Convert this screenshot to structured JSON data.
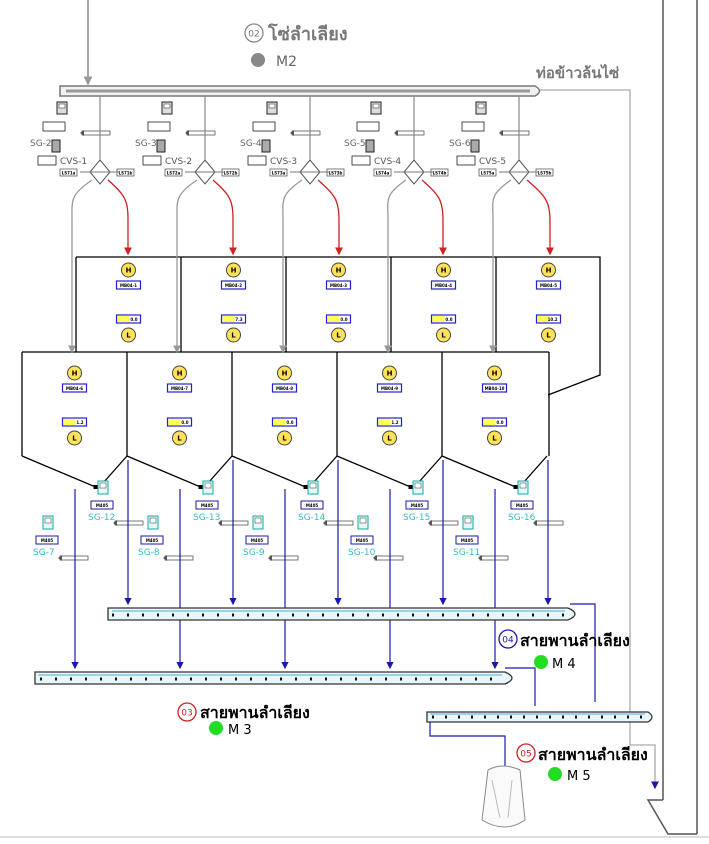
{
  "conveyors": {
    "m2": {
      "number": "02",
      "title": "โซ่ลำเลียง",
      "motor": "M2",
      "motor_color": "#888888"
    },
    "m3": {
      "number": "03",
      "title": "สายพานลำเลียง",
      "motor": "M 3",
      "motor_color": "#22dd22"
    },
    "m4": {
      "number": "04",
      "title": "สายพานลำเลียง",
      "motor": "M 4",
      "motor_color": "#22dd22"
    },
    "m5": {
      "number": "05",
      "title": "สายพานลำเลียง",
      "motor": "M 5",
      "motor_color": "#22dd22"
    }
  },
  "pipe_label": "ท่อข้าวล้นไซ่",
  "top_gates": [
    {
      "label": "SG-2",
      "valve": "CVS-1",
      "ls": [
        "LS71a",
        "LS71b"
      ]
    },
    {
      "label": "SG-3",
      "valve": "CVS-2",
      "ls": [
        "LS72a",
        "LS72b"
      ]
    },
    {
      "label": "SG-4",
      "valve": "CVS-3",
      "ls": [
        "LS73a",
        "LS73b"
      ]
    },
    {
      "label": "SG-5",
      "valve": "CVS-4",
      "ls": [
        "LS74a",
        "LS74b"
      ]
    },
    {
      "label": "SG-6",
      "valve": "CVS-5",
      "ls": [
        "LS75a",
        "LS75b"
      ]
    }
  ],
  "bins_top": [
    {
      "h": "H",
      "l": "L",
      "high_tag": "MB04-1",
      "level": "0.0"
    },
    {
      "h": "H",
      "l": "L",
      "high_tag": "MB04-2",
      "level": "7.3"
    },
    {
      "h": "H",
      "l": "L",
      "high_tag": "MB04-3",
      "level": "0.0"
    },
    {
      "h": "H",
      "l": "L",
      "high_tag": "MB04-4",
      "level": "0.0"
    },
    {
      "h": "H",
      "l": "L",
      "high_tag": "MB04-5",
      "level": "10.2"
    }
  ],
  "bins_bottom": [
    {
      "h": "H",
      "l": "L",
      "high_tag": "MB04-6",
      "level": "1.2"
    },
    {
      "h": "H",
      "l": "L",
      "high_tag": "MB04-7",
      "level": "0.0"
    },
    {
      "h": "H",
      "l": "L",
      "high_tag": "MB04-8",
      "level": "0.0"
    },
    {
      "h": "H",
      "l": "L",
      "high_tag": "MB04-9",
      "level": "1.2"
    },
    {
      "h": "H",
      "l": "L",
      "high_tag": "MB04-10",
      "level": "0.0"
    }
  ],
  "gates_upper": [
    "SG-12",
    "SG-13",
    "SG-14",
    "SG-15",
    "SG-16"
  ],
  "gates_lower": [
    "SG-7",
    "SG-8",
    "SG-9",
    "SG-10",
    "SG-11"
  ],
  "gate_tag": "M405"
}
